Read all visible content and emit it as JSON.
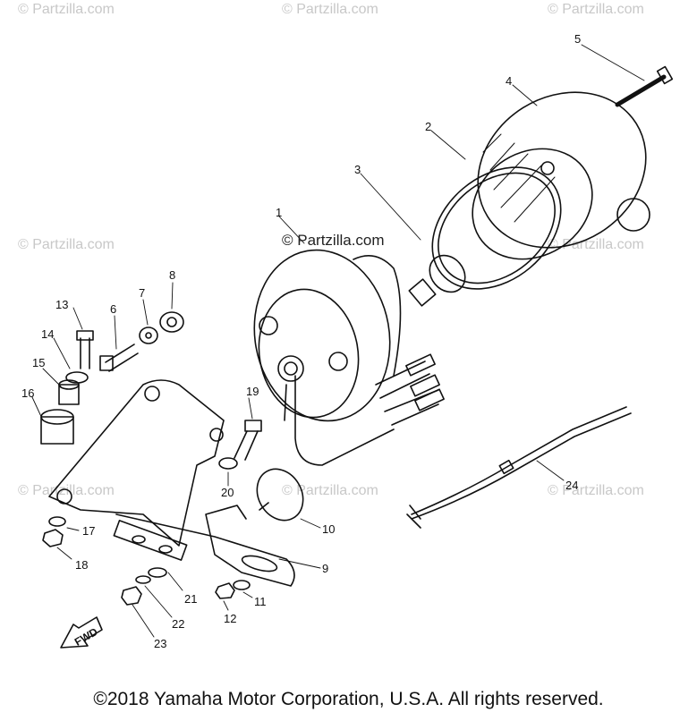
{
  "watermark": "© Partzilla.com",
  "fwd_label": "FWD",
  "copyright": "©2018 Yamaha Motor Corporation, U.S.A. All rights reserved.",
  "callouts": [
    "1",
    "2",
    "3",
    "4",
    "5",
    "6",
    "7",
    "8",
    "9",
    "10",
    "11",
    "12",
    "13",
    "14",
    "15",
    "16",
    "17",
    "18",
    "19",
    "20",
    "21",
    "22",
    "23",
    "24"
  ]
}
